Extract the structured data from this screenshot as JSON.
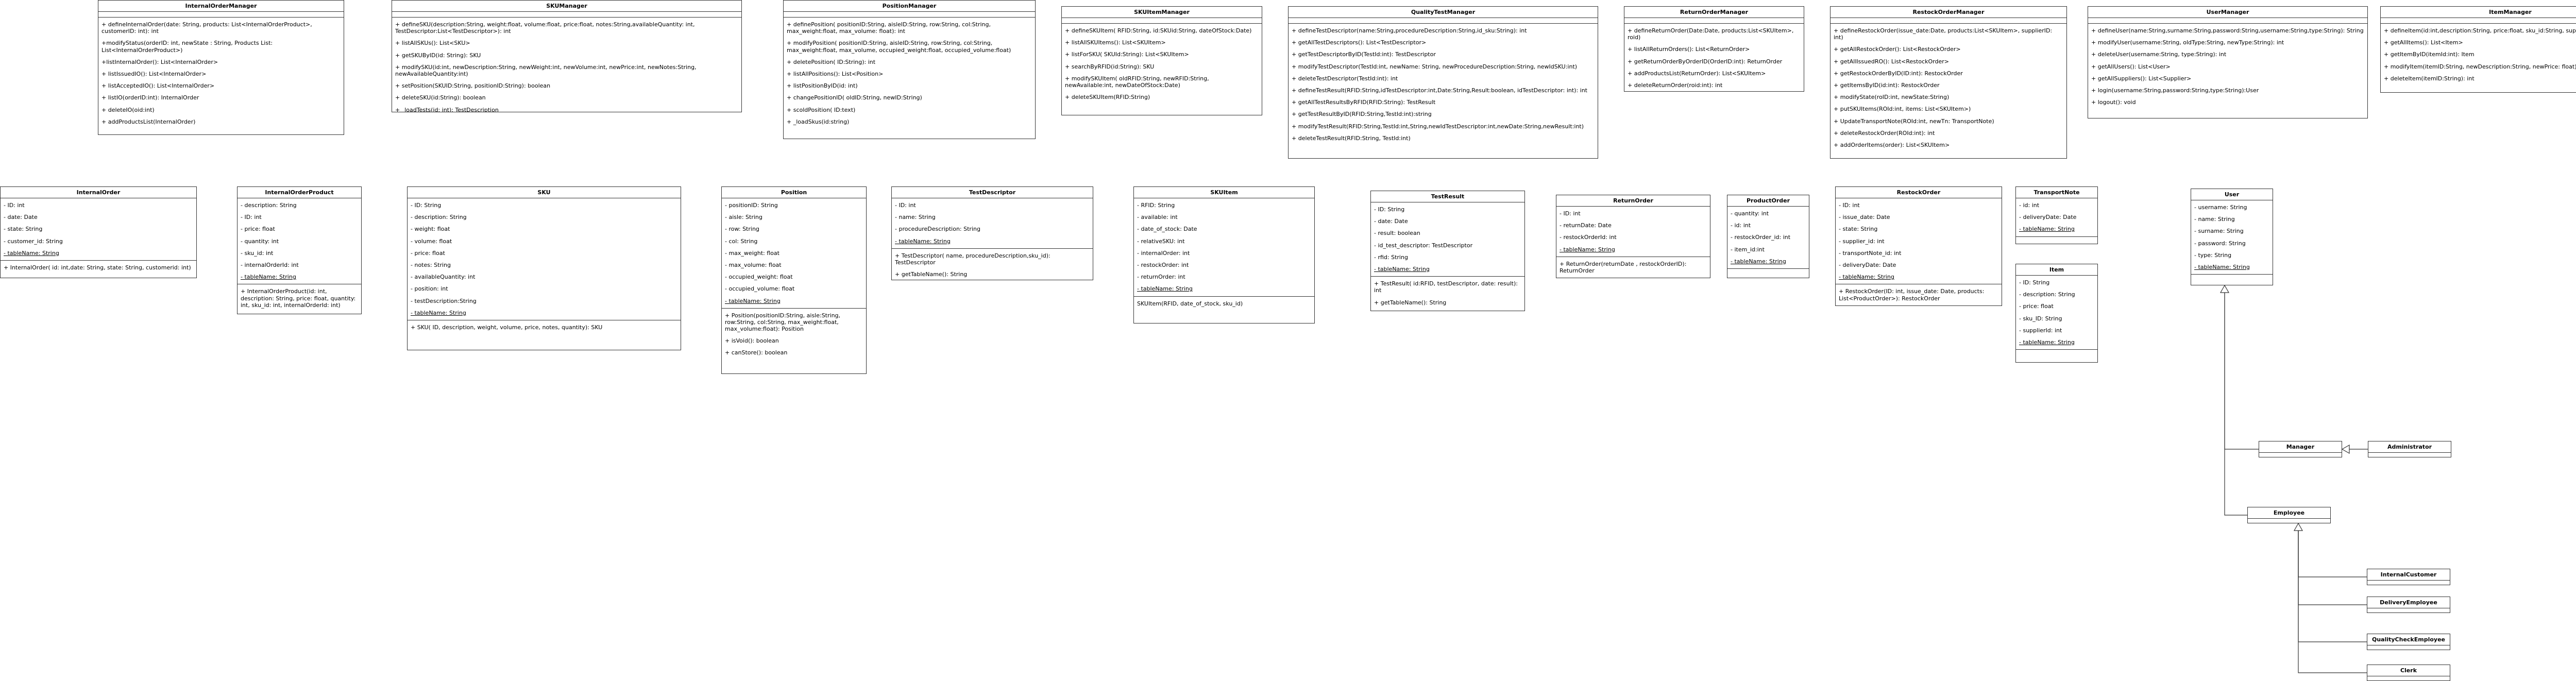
{
  "classes": {
    "internal_order_manager": {
      "name": "InternalOrderManager",
      "attributes": [],
      "methods": [
        "+ defineInternalOrder(date: String, products: List<InternalOrderProduct>, customerID: int): int",
        "+modifyStatus(orderID: int, newState : String, Products List: List<InternalOrderProduct>)",
        "+listInternalOrder(): List<InternalOrder>",
        "+ listIssuedIO(): List<InternalOrder>",
        "+ listAcceptedIO(): List<InternalOrder>",
        "+ listIO(orderID:int): InternalOrder",
        "+ deleteIO(oid:int)",
        "+ addProductsList(InternalOrder)"
      ]
    },
    "sku_manager": {
      "name": "SKUManager",
      "attributes": [],
      "methods": [
        "+ defineSKU(description:String, weight:float, volume:float, price:float, notes:String,availableQuantity: int, TestDescriptor:List<TestDescriptor>): int",
        "+ listAllSKUs(): List<SKU>",
        "+ getSKUByID(id: String): SKU",
        "+ modifySKU(id:int, newDescription:String, newWeight:int, newVolume:int, newPrice:int, newNotes:String, newAvailableQuantity:int)",
        "+ setPosition(SKUID:String, positionID:String): boolean",
        "+ deleteSKU(id:String): boolean",
        "+ _loadTests(id: int): TestDescription"
      ]
    },
    "position_manager": {
      "name": "PositionManager",
      "attributes": [],
      "methods": [
        "+ definePosition( positionID:String, aisleID:String, row:String, col:String, max_weight:float, max_volume: float): int",
        "+ modifyPosition( positionID:String, aisleID:String, row:String, col:String, max_weight:float, max_volume, occupied_weight:float, occupied_volume:float)",
        "+ deletePosition( ID:String): int",
        "+ listAllPositions(): List<Position>",
        "+ listPositionByID(id: int)",
        "+ changePositionID( oldID:String, newID:String)",
        "+ scoldPosition( ID:text)",
        "+ _loadSkus(id:string)"
      ]
    },
    "skuitem_manager": {
      "name": "SKUItemManager",
      "attributes": [],
      "methods": [
        "+ defineSKUItem( RFID:String, id:SKUid:String, dateOfStock:Date)",
        "+ listAllSKUItems(): List<SKUItem>",
        "+ listForSKU( SKUId:String): List<SKUItem>",
        "+ searchByRFID(id:String): SKU",
        "+ modifySKUItem( oldRFID:String, newRFID:String, newAvailable:int, newDateOfStock:Date)",
        "+ deleteSKUItem(RFID:String)"
      ]
    },
    "quality_test_manager": {
      "name": "QualityTestManager",
      "attributes": [],
      "methods": [
        "+ defineTestDescriptor(name:String,procedureDescription:String,id_sku:String): int",
        "+ getAllTestDescriptors(): List<TestDescriptor>",
        "+ getTestDescriptorByID(TestId:int): TestDescriptor",
        "+ modifyTestDescriptor(TestId:int, newName: String, newProcedureDescription:String, newIdSKU:int)",
        "+ deleteTestDescriptor(TestId:int): int",
        "+ defineTestResult(RFID:String,idTestDescriptor:int,Date:String,Result:boolean, idTestDescriptor: int): int",
        "+ getAllTestResultsByRFID(RFID:String): TestResult",
        "+ getTestResultByID(RFID:String,TestId:int):string",
        "+ modifyTestResult(RFID:String,TestId:int,String,newIdTestDescriptor:int,newDate:String,newResult:int)",
        "+ deleteTestResult(RFID:String, TestId:int)"
      ]
    },
    "return_order_manager": {
      "name": "ReturnOrderManager",
      "attributes": [],
      "methods": [
        "+ defineReturnOrder(Date:Date, products:List<SKUItem>, roid)",
        "+ listAllReturnOrders(): List<ReturnOrder>",
        "+ getReturnOrderByOrderID(OrderID:int): ReturnOrder",
        "+ addProductsList(ReturnOrder): List<SKUItem>",
        "+ deleteReturnOrder(roid:int): int"
      ]
    },
    "restock_order_manager": {
      "name": "RestockOrderManager",
      "attributes": [],
      "methods": [
        "+ defineRestockOrder(issue_date:Date, products:List<SKUItem>, supplierID: int)",
        "+ getAllRestockOrder(): List<RestockOrder>",
        "+ getAllIssuedRO(): List<RestockOrder>",
        "+ getRestockOrderByID(ID:int): RestockOrder",
        "+ getItemsByID(id:int): RestockOrder",
        "+ modifyState(roID:int, newState:String)",
        "+ putSKUItems(ROId:int, items: List<SKUItem>)",
        "+ UpdateTransportNote(ROId:int, newTn: TransportNote)",
        "+ deleteRestockOrder(ROId:int): int",
        "+ addOrderItems(order): List<SKUItem>"
      ]
    },
    "user_manager": {
      "name": "UserManager",
      "attributes": [],
      "methods": [
        "+ defineUser(name:String,surname:String,password:String,username:String,type:String): String",
        "+ modifyUser(username:String, oldType:String, newType:String): int",
        "+ deleteUser(username:String, type:String): int",
        "+ getAllUsers(): List<User>",
        "+ getAllSuppliers(): List<Supplier>",
        "+ login(username:String,password:String,type:String):User",
        "+ logout(): void"
      ]
    },
    "item_manager": {
      "name": "ItemManager",
      "attributes": [],
      "methods": [
        "+ defineItem(id:int,description:String, price:float, sku_id:String, supplier_id:int):String",
        "+ getAllItems(): List<Item>",
        "+ getItemByID(itemId:int): Item",
        "+ modifyItem(itemID:String, newDescription:String, newPrice: float): String",
        "+ deleteItem(itemID:String): int"
      ]
    },
    "internal_order": {
      "name": "InternalOrder",
      "attributes": [
        "- ID: int",
        "- date: Date",
        "- state: String",
        "- customer_id: String",
        "- tableName: String"
      ],
      "methods": [
        "+ InternalOrder( id: int,date: String, state: String, customerid: int)"
      ]
    },
    "internal_order_product": {
      "name": "InternalOrderProduct",
      "attributes": [
        "- description: String",
        "- ID: int",
        "- price: float",
        "- quantity: int",
        "- sku_id: int",
        "- internalOrderId: int",
        "- tableName: String"
      ],
      "methods": [
        "+ InternalOrderProduct(id: int, description: String, price: float, quantity: int, sku_id: int, internalOrderId: int)"
      ]
    },
    "sku": {
      "name": "SKU",
      "attributes": [
        "- ID: String",
        "- description: String",
        "- weight: float",
        "- volume: float",
        "- price: float",
        "- notes: String",
        "- availableQuantity: int",
        "- position: int",
        "- testDescription:String",
        "- tableName: String"
      ],
      "methods": [
        "+ SKU( ID, description, weight, volume, price, notes, quantity): SKU"
      ]
    },
    "position": {
      "name": "Position",
      "attributes": [
        "- positionID: String",
        "- aisle: String",
        "- row: String",
        "- col: String",
        "- max_weight: float",
        "- max_volume: float",
        "- occupied_weight: float",
        "- occupied_volume: float",
        "- tableName: String"
      ],
      "methods": [
        "+ Position(positionID:String, aisle:String, row:String, col:String, max_weight:float, max_volume:float): Position",
        "+ isVoid(): boolean",
        "+ canStore(): boolean"
      ]
    },
    "test_descriptor": {
      "name": "TestDescriptor",
      "attributes": [
        "- ID: int",
        "- name: String",
        "- procedureDescription: String",
        "- tableName: String"
      ],
      "methods": [
        "+ TestDescriptor( name, procedureDescription,sku_id): TestDescriptor",
        "+ getTableName(): String"
      ]
    },
    "skuitem": {
      "name": "SKUItem",
      "attributes": [
        "- RFID: String",
        "- available: int",
        "- date_of_stock: Date",
        "- relativeSKU: int",
        "- internalOrder: int",
        "- restockOrder: int",
        "- returnOrder: int",
        "- tableName: String"
      ],
      "methods": [
        "SKUItem(RFID, date_of_stock, sku_id)"
      ]
    },
    "test_result": {
      "name": "TestResult",
      "attributes": [
        "- ID: String",
        "- date: Date",
        "- result: boolean",
        "- id_test_descriptor: TestDescriptor",
        "- rfid: String",
        "- tableName: String"
      ],
      "methods": [
        "+ TestResult( id:RFID, testDescriptor, date: result): int",
        "+ getTableName(): String"
      ]
    },
    "return_order": {
      "name": "ReturnOrder",
      "attributes": [
        "- ID: int",
        "- returnDate: Date",
        "- restockOrderId: int",
        "- tableName: String"
      ],
      "methods": [
        "+ ReturnOrder(returnDate , restockOrderID): ReturnOrder"
      ]
    },
    "product_order": {
      "name": "ProductOrder",
      "attributes": [
        "- quantity: int",
        "- id: int",
        "- restockOrder_id: int",
        "- item_id:int",
        "- tableName: String"
      ],
      "methods": []
    },
    "restock_order": {
      "name": "RestockOrder",
      "attributes": [
        "- ID: int",
        "- issue_date: Date",
        "- state: String",
        "- supplier_id: int",
        "- transportNote_id: int",
        "- deliveryDate: Date",
        "- tableName: String"
      ],
      "methods": [
        "+ RestockOrder(ID: int, issue_date: Date, products: List<ProductOrder>): RestockOrder"
      ]
    },
    "transport_note": {
      "name": "TransportNote",
      "attributes": [
        "- id: int",
        "- deliveryDate: Date",
        "- tableName: String"
      ],
      "methods": []
    },
    "item": {
      "name": "Item",
      "attributes": [
        "- ID: String",
        "- description: String",
        "- price: float",
        "- sku_ID: String",
        "- supplierId: int",
        "- tableName: String"
      ],
      "methods": []
    },
    "user": {
      "name": "User",
      "attributes": [
        "- username: String",
        "- name: String",
        "- surname: String",
        "- password: String",
        "- type: String",
        "- tableName: String"
      ],
      "methods": []
    },
    "manager": {
      "name": "Manager",
      "attributes": [],
      "methods": []
    },
    "administrator": {
      "name": "Administrator",
      "attributes": [],
      "methods": []
    },
    "employee": {
      "name": "Employee",
      "attributes": [],
      "methods": []
    },
    "internal_customer": {
      "name": "InternalCustomer",
      "attributes": [],
      "methods": []
    },
    "delivery_employee": {
      "name": "DeliveryEmployee",
      "attributes": [],
      "methods": []
    },
    "quality_check_employee": {
      "name": "QualityCheckEmployee",
      "attributes": [],
      "methods": []
    },
    "clerk": {
      "name": "Clerk",
      "attributes": [],
      "methods": []
    }
  },
  "relations": [
    {
      "type": "generalization",
      "from": "manager",
      "to": "user"
    },
    {
      "type": "generalization",
      "from": "employee",
      "to": "user"
    },
    {
      "type": "generalization",
      "from": "administrator",
      "to": "manager"
    },
    {
      "type": "generalization",
      "from": "internal_customer",
      "to": "employee"
    },
    {
      "type": "generalization",
      "from": "delivery_employee",
      "to": "employee"
    },
    {
      "type": "generalization",
      "from": "quality_check_employee",
      "to": "employee"
    },
    {
      "type": "generalization",
      "from": "clerk",
      "to": "employee"
    }
  ]
}
